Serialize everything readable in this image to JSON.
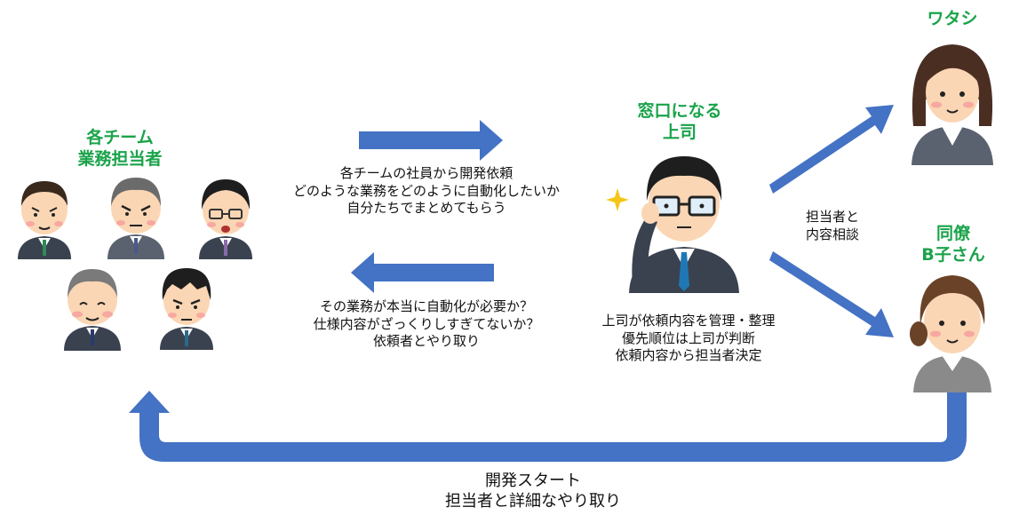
{
  "teams": {
    "title_line1": "各チーム",
    "title_line2": "業務担当者"
  },
  "arrow_right_text": {
    "line1": "各チームの社員から開発依頼",
    "line2": "どのような業務をどのように自動化したいか",
    "line3": "自分たちでまとめてもらう"
  },
  "arrow_left_text": {
    "line1": "その業務が本当に自動化が必要か？",
    "line2": "仕様内容がざっくりしすぎてないか？",
    "line3": "依頼者とやり取り"
  },
  "boss": {
    "title_line1": "窓口になる",
    "title_line2": "上司",
    "note_line1": "上司が依頼内容を管理・整理",
    "note_line2": "優先順位は上司が判断",
    "note_line3": "依頼内容から担当者決定"
  },
  "assign": {
    "line1": "担当者と",
    "line2": "内容相談"
  },
  "watashi": {
    "label": "ワタシ"
  },
  "colleague": {
    "line1": "同僚",
    "line2": "B子さん"
  },
  "bottom": {
    "line1": "開発スタート",
    "line2": "担当者と詳細なやり取り"
  },
  "colors": {
    "arrow": "#4472c4",
    "title_green": "#1aa34a",
    "suit": "#3a4250",
    "skin": "#fbd6b4"
  }
}
